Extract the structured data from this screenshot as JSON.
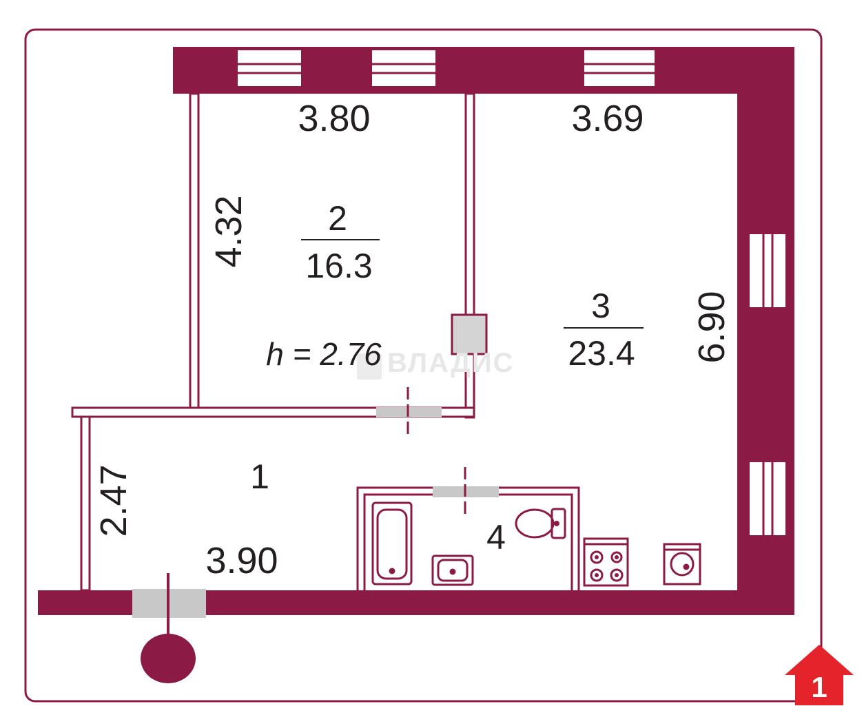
{
  "colors": {
    "wall": "#8b1a45",
    "outline": "#8b1a45",
    "door": "#c8c8c8",
    "background": "#ffffff",
    "text": "#231f20"
  },
  "rooms": [
    {
      "number": "1"
    },
    {
      "number": "2",
      "area": "16.3"
    },
    {
      "number": "3",
      "area": "23.4"
    },
    {
      "number": "4"
    }
  ],
  "dimensions": {
    "room2_width": "3.80",
    "room3_width": "3.69",
    "room2_depth": "4.32",
    "room3_depth": "6.90",
    "hall_depth": "2.47",
    "hall_width": "3.90"
  },
  "ceiling_height": "h = 2.76",
  "watermark": "ВЛАДИС",
  "floor_badge": "1",
  "icons": [
    "bathtub-icon",
    "sink-icon",
    "toilet-icon",
    "stove-icon",
    "washing-machine-icon",
    "entrance-marker-icon",
    "floor-badge-icon"
  ]
}
